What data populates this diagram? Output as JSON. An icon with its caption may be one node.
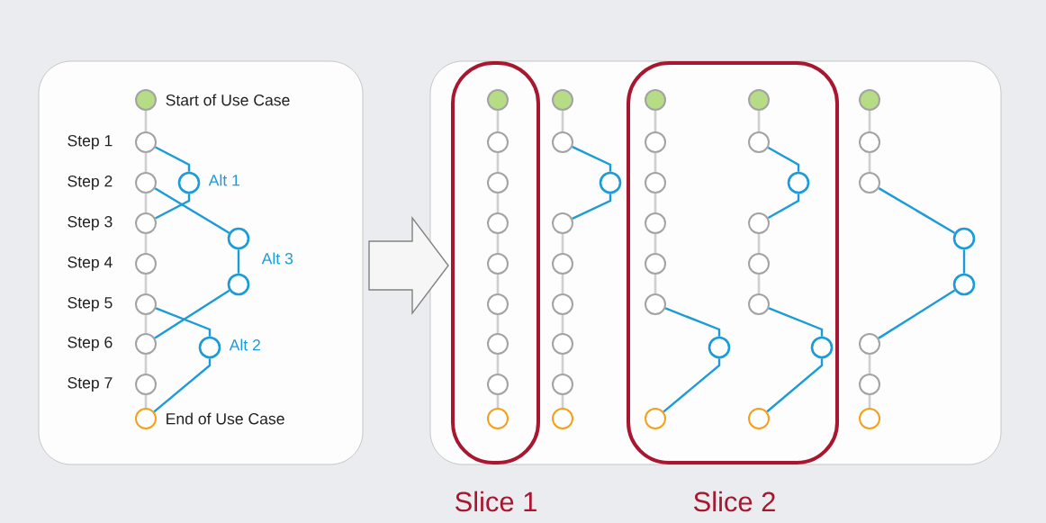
{
  "diagram": {
    "nodes": [
      {
        "text": [],
        "shape": "box"
      },
      {
        "text": [],
        "shape": "circle",
        "in": 0,
        "beside": [
          "Start of Use Case"
        ]
      },
      {
        "text": [],
        "shape": "circle",
        "in": 0,
        "beside": [
          "Step 1"
        ]
      },
      {
        "text": [],
        "shape": "circle",
        "in": 0,
        "beside": [
          "Step 2"
        ]
      },
      {
        "text": [],
        "shape": "circle",
        "in": 0,
        "beside": [
          "Step 3"
        ]
      },
      {
        "text": [],
        "shape": "circle",
        "in": 0,
        "beside": [
          "Step 4"
        ]
      },
      {
        "text": [],
        "shape": "circle",
        "in": 0,
        "beside": [
          "Step 5"
        ]
      },
      {
        "text": [],
        "shape": "circle",
        "in": 0,
        "beside": [
          "Step 6"
        ]
      },
      {
        "text": [],
        "shape": "circle",
        "in": 0,
        "beside": [
          "Step 7"
        ]
      },
      {
        "text": [],
        "shape": "circle",
        "in": 0,
        "beside": [
          "End of Use Case"
        ]
      },
      {
        "text": [],
        "shape": "circle",
        "in": 0,
        "beside": [
          "Alt 1"
        ]
      },
      {
        "text": [],
        "shape": "circle",
        "in": 0
      },
      {
        "text": [],
        "shape": "circle",
        "in": 0
      },
      {
        "text": [],
        "shape": "circle",
        "in": 0,
        "beside": [
          "Alt 2"
        ]
      },
      {
        "text": [],
        "shape": "box"
      },
      {
        "text": [
          "Slice 1"
        ],
        "in": 14
      },
      {
        "text": [],
        "shape": "circle",
        "in": 15
      },
      {
        "text": [],
        "shape": "circle",
        "in": 15
      },
      {
        "text": [],
        "shape": "circle",
        "in": 15
      },
      {
        "text": [],
        "shape": "circle",
        "in": 15
      },
      {
        "text": [],
        "shape": "circle",
        "in": 15
      },
      {
        "text": [],
        "shape": "circle",
        "in": 15
      },
      {
        "text": [],
        "shape": "circle",
        "in": 15
      },
      {
        "text": [],
        "shape": "circle",
        "in": 15
      },
      {
        "text": [],
        "shape": "circle",
        "in": 15
      },
      {
        "text": [],
        "shape": "circle",
        "in": 14
      },
      {
        "text": [],
        "shape": "circle",
        "in": 14
      },
      {
        "text": [],
        "shape": "circle",
        "in": 14
      },
      {
        "text": [],
        "shape": "circle",
        "in": 14
      },
      {
        "text": [],
        "shape": "circle",
        "in": 14
      },
      {
        "text": [],
        "shape": "circle",
        "in": 14
      },
      {
        "text": [],
        "shape": "circle",
        "in": 14
      },
      {
        "text": [],
        "shape": "circle",
        "in": 14
      },
      {
        "text": [],
        "shape": "circle",
        "in": 14
      },
      {
        "text": [
          "Slice 2"
        ],
        "in": 14
      },
      {
        "text": [],
        "shape": "circle",
        "in": 34
      },
      {
        "text": [],
        "shape": "circle",
        "in": 34
      },
      {
        "text": [],
        "shape": "circle",
        "in": 34
      },
      {
        "text": [],
        "shape": "circle",
        "in": 34
      },
      {
        "text": [],
        "shape": "circle",
        "in": 34
      },
      {
        "text": [],
        "shape": "circle",
        "in": 34
      },
      {
        "text": [],
        "shape": "circle",
        "in": 34
      },
      {
        "text": [],
        "shape": "circle",
        "in": 34
      },
      {
        "text": [],
        "shape": "circle",
        "in": 34
      },
      {
        "text": [],
        "shape": "circle",
        "in": 34
      },
      {
        "text": [],
        "shape": "circle",
        "in": 34
      },
      {
        "text": [],
        "shape": "circle",
        "in": 34
      },
      {
        "text": [],
        "shape": "circle",
        "in": 34
      },
      {
        "text": [],
        "shape": "circle",
        "in": 34
      },
      {
        "text": [],
        "shape": "circle",
        "in": 34
      },
      {
        "text": [],
        "shape": "circle",
        "in": 34
      },
      {
        "text": [],
        "shape": "circle",
        "in": 14
      },
      {
        "text": [],
        "shape": "circle",
        "in": 14
      },
      {
        "text": [],
        "shape": "circle",
        "in": 14
      },
      {
        "text": [],
        "shape": "circle",
        "in": 14
      },
      {
        "text": [],
        "shape": "circle",
        "in": 14
      },
      {
        "text": [],
        "shape": "circle",
        "in": 14
      },
      {
        "text": [],
        "shape": "circle",
        "in": 14
      },
      {
        "text": [],
        "shape": "circle",
        "in": 14
      }
    ],
    "edges": [
      {
        "from": 1,
        "to": 2,
        "arrow": "none"
      },
      {
        "from": 2,
        "to": 3,
        "arrow": "none"
      },
      {
        "from": 3,
        "to": 4,
        "arrow": "none"
      },
      {
        "from": 4,
        "to": 5,
        "arrow": "none"
      },
      {
        "from": 5,
        "to": 6,
        "arrow": "none"
      },
      {
        "from": 6,
        "to": 7,
        "arrow": "none"
      },
      {
        "from": 7,
        "to": 8,
        "arrow": "none"
      },
      {
        "from": 8,
        "to": 9,
        "arrow": "none"
      },
      {
        "from": 2,
        "to": 10,
        "arrow": "none",
        "color": "#1b9bd7"
      },
      {
        "from": 10,
        "to": 4,
        "arrow": "none",
        "color": "#1b9bd7"
      },
      {
        "from": 3,
        "to": 11,
        "arrow": "none",
        "color": "#1b9bd7"
      },
      {
        "from": 11,
        "to": 12,
        "arrow": "none",
        "color": "#1b9bd7"
      },
      {
        "from": 12,
        "to": 7,
        "arrow": "none",
        "color": "#1b9bd7"
      },
      {
        "from": 6,
        "to": 13,
        "arrow": "none",
        "color": "#1b9bd7"
      },
      {
        "from": 13,
        "to": 9,
        "arrow": "none",
        "color": "#1b9bd7"
      },
      {
        "from": 0,
        "to": 14,
        "arrow": "to"
      },
      {
        "from": 16,
        "to": 17,
        "arrow": "none"
      },
      {
        "from": 17,
        "to": 18,
        "arrow": "none"
      },
      {
        "from": 18,
        "to": 19,
        "arrow": "none"
      },
      {
        "from": 19,
        "to": 20,
        "arrow": "none"
      },
      {
        "from": 20,
        "to": 21,
        "arrow": "none"
      },
      {
        "from": 21,
        "to": 22,
        "arrow": "none"
      },
      {
        "from": 22,
        "to": 23,
        "arrow": "none"
      },
      {
        "from": 23,
        "to": 24,
        "arrow": "none"
      },
      {
        "from": 25,
        "to": 26,
        "arrow": "none"
      },
      {
        "from": 26,
        "to": 33,
        "arrow": "none",
        "color": "#1b9bd7"
      },
      {
        "from": 33,
        "to": 27,
        "arrow": "none",
        "color": "#1b9bd7"
      },
      {
        "from": 27,
        "to": 28,
        "arrow": "none"
      },
      {
        "from": 28,
        "to": 29,
        "arrow": "none"
      },
      {
        "from": 29,
        "to": 30,
        "arrow": "none"
      },
      {
        "from": 30,
        "to": 31,
        "arrow": "none"
      },
      {
        "from": 31,
        "to": 32,
        "arrow": "none"
      },
      {
        "from": 35,
        "to": 36,
        "arrow": "none"
      },
      {
        "from": 36,
        "to": 37,
        "arrow": "none"
      },
      {
        "from": 37,
        "to": 38,
        "arrow": "none"
      },
      {
        "from": 38,
        "to": 39,
        "arrow": "none"
      },
      {
        "from": 39,
        "to": 40,
        "arrow": "none"
      },
      {
        "from": 40,
        "to": 42,
        "arrow": "none",
        "color": "#1b9bd7"
      },
      {
        "from": 42,
        "to": 41,
        "arrow": "none",
        "color": "#1b9bd7"
      },
      {
        "from": 43,
        "to": 44,
        "arrow": "none"
      },
      {
        "from": 44,
        "to": 49,
        "arrow": "none",
        "color": "#1b9bd7"
      },
      {
        "from": 49,
        "to": 45,
        "arrow": "none",
        "color": "#1b9bd7"
      },
      {
        "from": 45,
        "to": 46,
        "arrow": "none"
      },
      {
        "from": 46,
        "to": 47,
        "arrow": "none"
      },
      {
        "from": 47,
        "to": 50,
        "arrow": "none",
        "color": "#1b9bd7"
      },
      {
        "from": 50,
        "to": 48,
        "arrow": "none",
        "color": "#1b9bd7"
      },
      {
        "from": 51,
        "to": 52,
        "arrow": "none"
      },
      {
        "from": 52,
        "to": 53,
        "arrow": "none"
      },
      {
        "from": 53,
        "to": 57,
        "arrow": "none",
        "color": "#1b9bd7"
      },
      {
        "from": 57,
        "to": 58,
        "arrow": "none",
        "color": "#1b9bd7"
      },
      {
        "from": 58,
        "to": 54,
        "arrow": "none",
        "color": "#1b9bd7"
      },
      {
        "from": 54,
        "to": 55,
        "arrow": "none"
      },
      {
        "from": 55,
        "to": 56,
        "arrow": "none"
      }
    ],
    "labels": [
      "Alt 3"
    ]
  }
}
